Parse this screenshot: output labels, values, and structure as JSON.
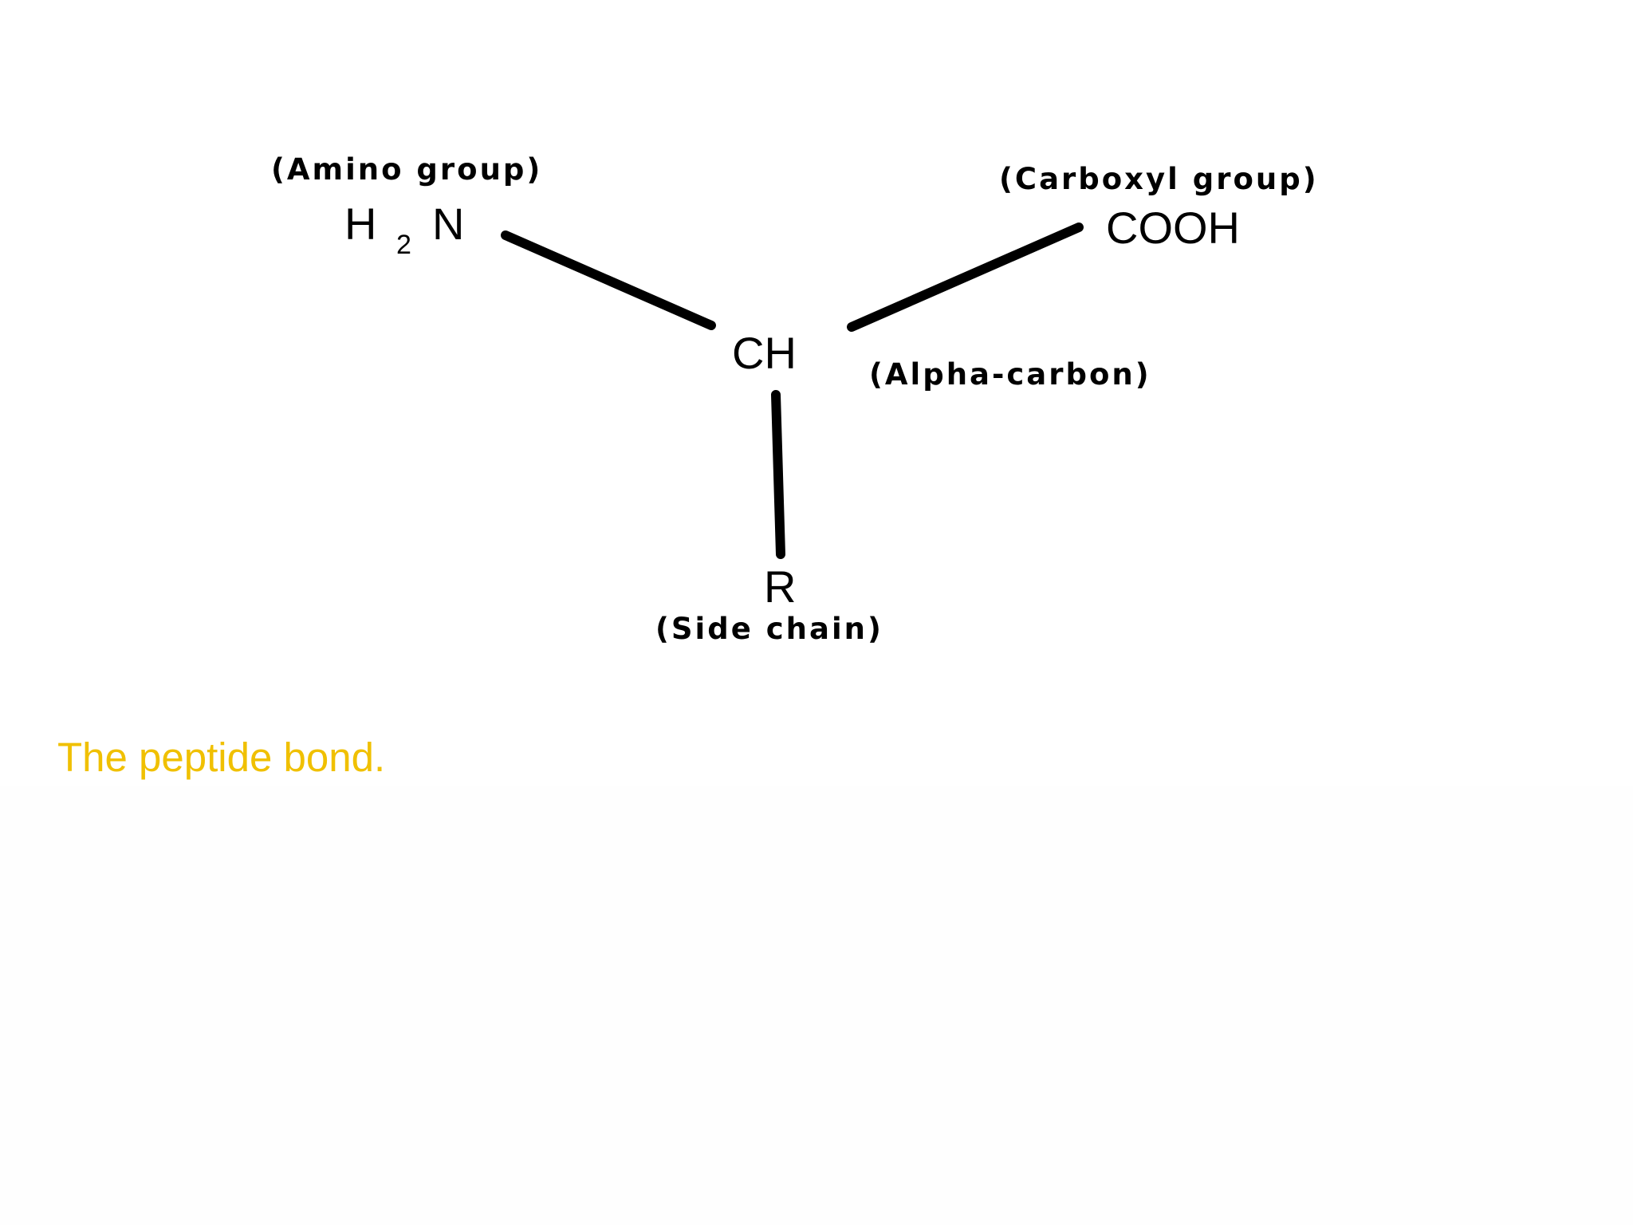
{
  "diagram": {
    "amino_label": "(Amino group)",
    "amino_formula_h": "H",
    "amino_formula_sub": "2",
    "amino_formula_n": "N",
    "carboxyl_label": "(Carboxyl group)",
    "carboxyl_formula": "COOH",
    "alpha_formula": "CH",
    "alpha_label": "(Alpha-carbon)",
    "side_formula": "R",
    "side_label": "(Side chain)"
  },
  "caption": "The peptide bond.",
  "colors": {
    "caption": "#f0c000",
    "ink": "#000000",
    "background": "#ffffff"
  }
}
